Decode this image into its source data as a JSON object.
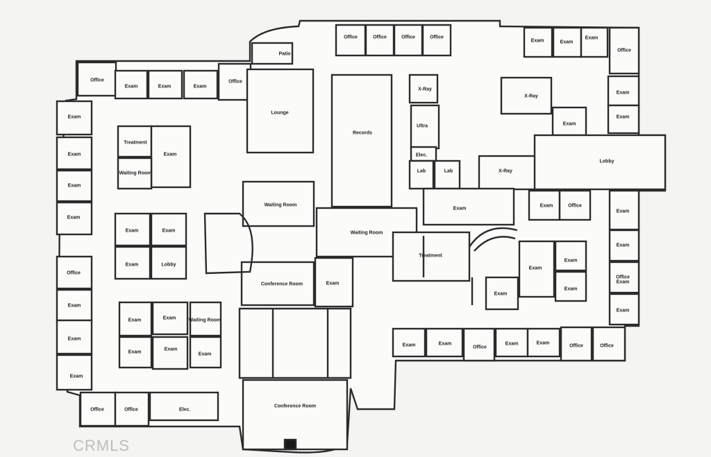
{
  "rooms": [
    {
      "label": "Patio"
    },
    {
      "label": "Office"
    },
    {
      "label": "Office"
    },
    {
      "label": "Office"
    },
    {
      "label": "Office"
    },
    {
      "label": "Exam"
    },
    {
      "label": "Exam"
    },
    {
      "label": "Exam"
    },
    {
      "label": "Office"
    },
    {
      "label": "Office"
    },
    {
      "label": "Exam"
    },
    {
      "label": "Exam"
    },
    {
      "label": "Exam"
    },
    {
      "label": "Office"
    },
    {
      "label": "Lounge"
    },
    {
      "label": "Records"
    },
    {
      "label": "X-Ray"
    },
    {
      "label": "X-Ray"
    },
    {
      "label": "Exam"
    },
    {
      "label": "Exam"
    },
    {
      "label": "Exam"
    },
    {
      "label": "Exam"
    },
    {
      "label": "Ultra"
    },
    {
      "label": "Elec."
    },
    {
      "label": "Lab"
    },
    {
      "label": "Lab"
    },
    {
      "label": "X-Ray"
    },
    {
      "label": "Lobby"
    },
    {
      "label": "Exam"
    },
    {
      "label": "Exam"
    },
    {
      "label": "Exam"
    },
    {
      "label": "Office"
    },
    {
      "label": "Exam"
    },
    {
      "label": "Treatment"
    },
    {
      "label": "Exam"
    },
    {
      "label": "Waiting Room"
    },
    {
      "label": "Waiting Room"
    },
    {
      "label": "Exam"
    },
    {
      "label": "Exam"
    },
    {
      "label": "Office"
    },
    {
      "label": "Exam"
    },
    {
      "label": "Exam"
    },
    {
      "label": "Exam"
    },
    {
      "label": "Exam"
    },
    {
      "label": "Lobby"
    },
    {
      "label": "Waiting Room"
    },
    {
      "label": "Treatment"
    },
    {
      "label": "Exam"
    },
    {
      "label": "Exam"
    },
    {
      "label": "Exam"
    },
    {
      "label": "Exam"
    },
    {
      "label": "Exam"
    },
    {
      "label": "Exam"
    },
    {
      "label": "Office"
    },
    {
      "label": "Exam"
    },
    {
      "label": "Exam"
    },
    {
      "label": "Exam"
    },
    {
      "label": "Waiting Room"
    },
    {
      "label": "Conference Room"
    },
    {
      "label": "Exam"
    },
    {
      "label": "Exam"
    },
    {
      "label": "Exam"
    },
    {
      "label": "Exam"
    },
    {
      "label": "Exam"
    },
    {
      "label": "Exam"
    },
    {
      "label": "Exam"
    },
    {
      "label": "Exam"
    },
    {
      "label": "Office"
    },
    {
      "label": "Exam"
    },
    {
      "label": "Exam"
    },
    {
      "label": "Office"
    },
    {
      "label": "Office"
    },
    {
      "label": "Office"
    },
    {
      "label": "Office"
    },
    {
      "label": "Elec."
    },
    {
      "label": "Conference Room"
    }
  ],
  "watermark": "CRMLS"
}
